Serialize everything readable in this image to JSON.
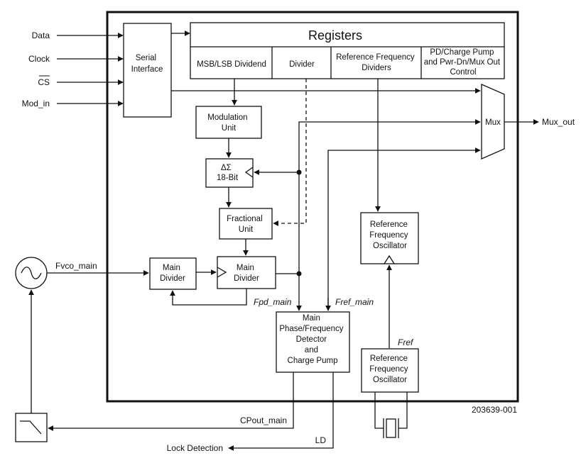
{
  "inputs": {
    "data": "Data",
    "clock": "Clock",
    "cs": "CS",
    "mod_in": "Mod_in"
  },
  "blocks": {
    "serial_interface": [
      "Serial",
      "Interface"
    ],
    "registers_title": "Registers",
    "reg_msb_lsb": "MSB/LSB Dividend",
    "reg_divider": "Divider",
    "reg_ref_freq_dividers": [
      "Reference Frequency",
      "Dividers"
    ],
    "reg_pd_charge_pump": [
      "PD/Charge Pump",
      "and Pwr-Dn/Mux Out",
      "Control"
    ],
    "modulation_unit": [
      "Modulation",
      "Unit"
    ],
    "delta_sigma": [
      "ΔΣ",
      "18-Bit"
    ],
    "fractional_unit": [
      "Fractional",
      "Unit"
    ],
    "main_divider_1": [
      "Main",
      "Divider"
    ],
    "main_divider_2": [
      "Main",
      "Divider"
    ],
    "ref_freq_osc_upper": [
      "Reference",
      "Frequency",
      "Oscillator"
    ],
    "ref_freq_osc_lower": [
      "Reference",
      "Frequency",
      "Oscillator"
    ],
    "phase_detector": [
      "Main",
      "Phase/Frequency",
      "Detector",
      "and",
      "Charge Pump"
    ],
    "mux": "Mux"
  },
  "signals": {
    "mux_out": "Mux_out",
    "fvco_main": "Fvco_main",
    "fpd_main": "Fpd_main",
    "fref_main": "Fref_main",
    "fref": "Fref",
    "cpout_main": "CPout_main",
    "ld": "LD",
    "lock_detection": "Lock Detection"
  },
  "figure_id": "203639-001",
  "colors": {
    "line": "#111111",
    "background": "#ffffff"
  }
}
